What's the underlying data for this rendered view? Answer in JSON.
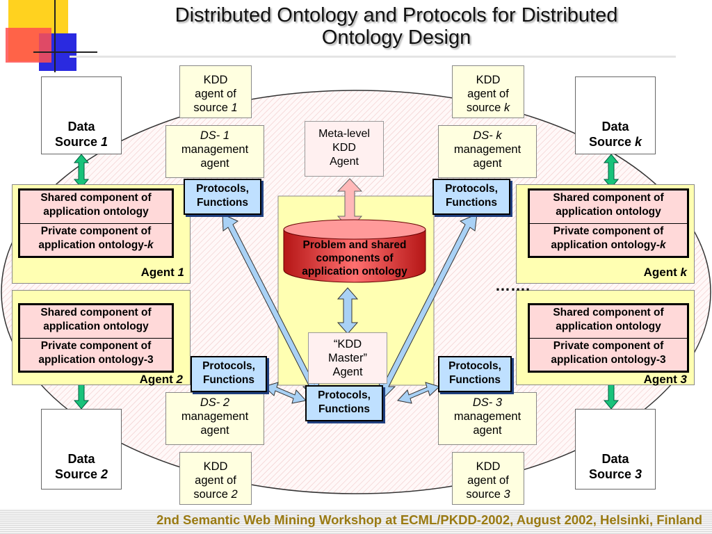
{
  "title": {
    "line1": "Distributed Ontology and Protocols  for Distributed",
    "line2": "Ontology Design"
  },
  "footer": "2nd Semantic Web Mining Workshop at ECML/PKDD-2002, August 2002, Helsinki, Finland",
  "data_source_word": "Data",
  "source_word": "Source",
  "kdd": {
    "line1": "KDD",
    "line2": "agent of",
    "line3": "source"
  },
  "mgmt": {
    "line2": "management",
    "line3": "agent"
  },
  "indices": {
    "one": "1",
    "k": "k",
    "two": "2",
    "three": "3"
  },
  "ds_prefix": "DS-",
  "protocols": {
    "line1": "Protocols,",
    "line2": "Functions"
  },
  "meta_level": {
    "line1": "Meta-level",
    "line2": "KDD",
    "line3": "Agent"
  },
  "problem_cylinder": {
    "line1": "Problem and shared",
    "line2": "components of",
    "line3": "application ontology"
  },
  "kdd_master": {
    "line1": "“KDD",
    "line2": "Master”",
    "line3": "Agent"
  },
  "ontology": {
    "shared_line1": "Shared component of",
    "shared_line2": "application ontology",
    "private_line1": "Private component of",
    "private_line2_prefix": "application ontology-",
    "private_suffix_k": "k",
    "private_line2_full_3": "application ontology-3"
  },
  "agent_word": "Agent",
  "ellipsis": "…….",
  "colors": {
    "protocol_fill": "#bfe0ff",
    "panel_yellow": "#ffffb2",
    "ontology_pink": "#ffd9d9",
    "cylinder_red": "#d42a2a",
    "arrow_green": "#19c27a",
    "arrow_blue": "#a9d1f5",
    "arrow_pink": "#ffb8b8",
    "footer_text": "#9a7a12"
  }
}
